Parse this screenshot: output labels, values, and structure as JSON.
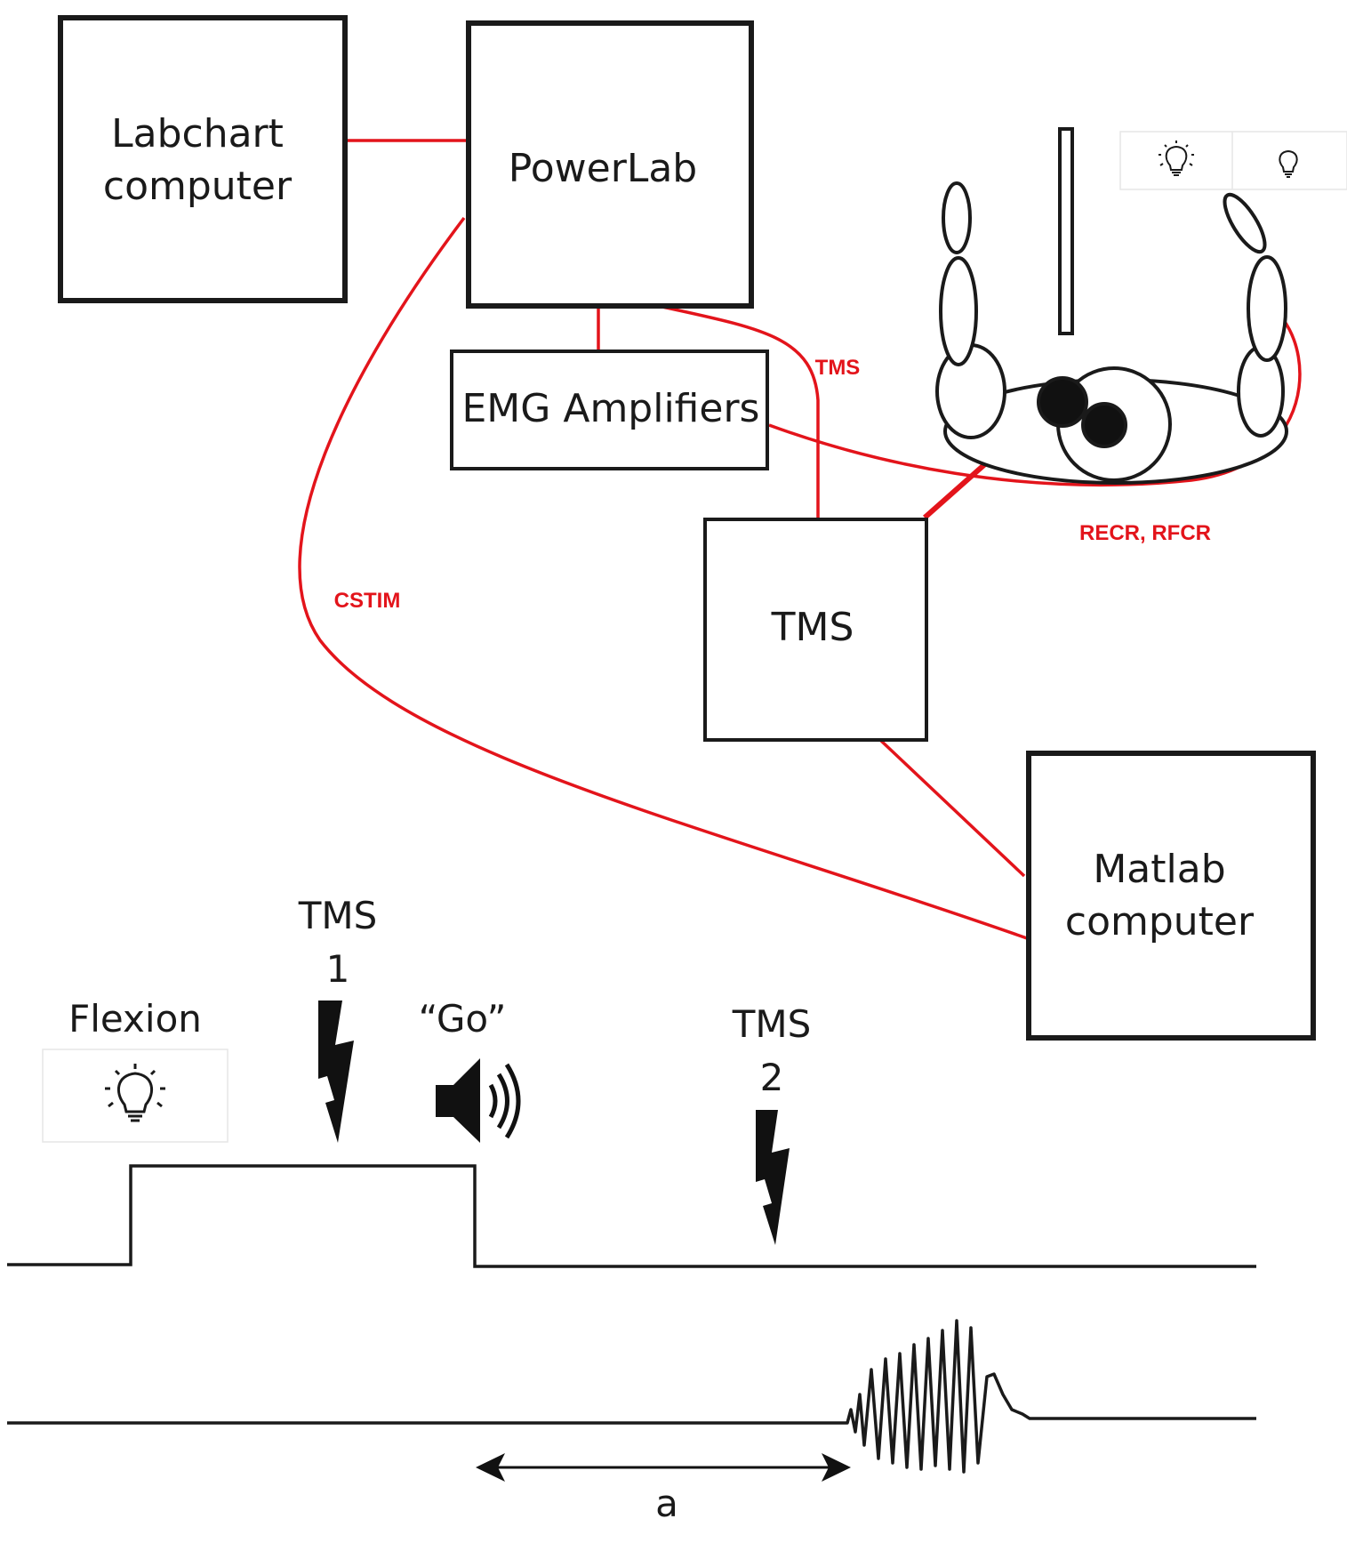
{
  "boxes": {
    "labchart": {
      "line1": "Labchart",
      "line2": "computer"
    },
    "powerlab": {
      "label": "PowerLab"
    },
    "emg": {
      "label": "EMG Amplifiers"
    },
    "tms": {
      "label": "TMS"
    },
    "matlab": {
      "line1": "Matlab",
      "line2": "computer"
    }
  },
  "connections": {
    "tms_label": "TMS",
    "cstim_label": "CSTIM",
    "recr_label": "RECR, RFCR"
  },
  "setup_icons": [
    "lightbulb-on-icon",
    "lightbulb-off-icon"
  ],
  "timeline": {
    "flexion_label": "Flexion",
    "tms1_line1": "TMS",
    "tms1_line2": "1",
    "go_label": "“Go”",
    "tms2_line1": "TMS",
    "tms2_line2": "2",
    "interval_label": "a"
  },
  "colors": {
    "connection": "#e3141b",
    "outline": "#1a1a1a"
  }
}
